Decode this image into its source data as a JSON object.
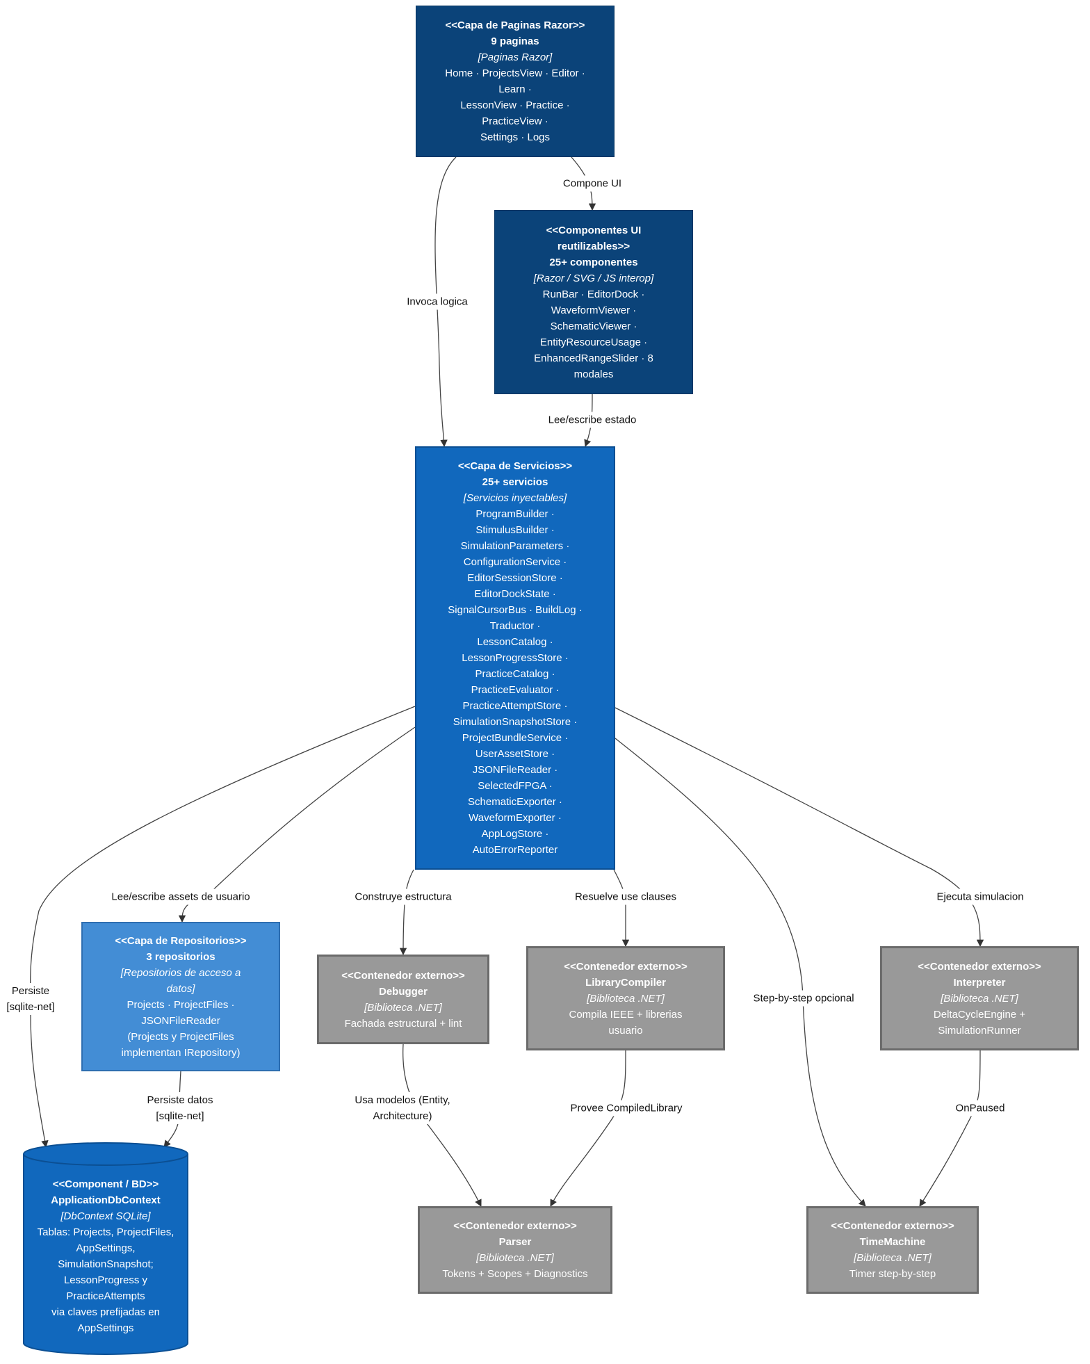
{
  "nodes": {
    "paginas": {
      "stereotype": "<<Capa de Paginas Razor>>",
      "title": "9 paginas",
      "tech": "[Paginas Razor]",
      "lines": [
        "Home · ProjectsView · Editor ·",
        "Learn ·",
        "LessonView · Practice ·",
        "PracticeView ·",
        "Settings · Logs"
      ]
    },
    "componentes": {
      "stereotype": "<<Componentes UI",
      "stereotype2": "reutilizables>>",
      "title": "25+ componentes",
      "tech": "[Razor / SVG / JS interop]",
      "lines": [
        "RunBar · EditorDock ·",
        "WaveformViewer ·",
        "SchematicViewer ·",
        "EntityResourceUsage ·",
        "EnhancedRangeSlider · 8",
        "modales"
      ]
    },
    "servicios": {
      "stereotype": "<<Capa de Servicios>>",
      "title": "25+ servicios",
      "tech": "[Servicios inyectables]",
      "lines": [
        "ProgramBuilder ·",
        "StimulusBuilder ·",
        "SimulationParameters ·",
        "ConfigurationService ·",
        "EditorSessionStore ·",
        "EditorDockState ·",
        "SignalCursorBus · BuildLog ·",
        "Traductor ·",
        "LessonCatalog ·",
        "LessonProgressStore ·",
        "PracticeCatalog ·",
        "PracticeEvaluator ·",
        "PracticeAttemptStore ·",
        "SimulationSnapshotStore ·",
        "ProjectBundleService ·",
        "UserAssetStore ·",
        "JSONFileReader ·",
        "SelectedFPGA ·",
        "SchematicExporter ·",
        "WaveformExporter ·",
        "AppLogStore ·",
        "AutoErrorReporter"
      ]
    },
    "repositorios": {
      "stereotype": "<<Capa de Repositorios>>",
      "title": "3 repositorios",
      "tech": "[Repositorios de acceso a",
      "tech2": "datos]",
      "lines": [
        "Projects · ProjectFiles ·",
        "JSONFileReader",
        "(Projects y ProjectFiles",
        "implementan IRepository)"
      ]
    },
    "debugger": {
      "stereotype": "<<Contenedor externo>>",
      "title": "Debugger",
      "tech": "[Biblioteca .NET]",
      "lines": [
        "Fachada estructural + lint"
      ]
    },
    "librarycompiler": {
      "stereotype": "<<Contenedor externo>>",
      "title": "LibraryCompiler",
      "tech": "[Biblioteca .NET]",
      "lines": [
        "Compila IEEE + librerias",
        "usuario"
      ]
    },
    "interpreter": {
      "stereotype": "<<Contenedor externo>>",
      "title": "Interpreter",
      "tech": "[Biblioteca .NET]",
      "lines": [
        "DeltaCycleEngine +",
        "SimulationRunner"
      ]
    },
    "parser": {
      "stereotype": "<<Contenedor externo>>",
      "title": "Parser",
      "tech": "[Biblioteca .NET]",
      "lines": [
        "Tokens + Scopes + Diagnostics"
      ]
    },
    "timemachine": {
      "stereotype": "<<Contenedor externo>>",
      "title": "TimeMachine",
      "tech": "[Biblioteca .NET]",
      "lines": [
        "Timer step-by-step"
      ]
    },
    "db": {
      "stereotype": "<<Component / BD>>",
      "title": "ApplicationDbContext",
      "tech": "[DbContext SQLite]",
      "lines": [
        "Tablas: Projects, ProjectFiles,",
        "AppSettings,",
        "SimulationSnapshot;",
        "LessonProgress y",
        "PracticeAttempts",
        "via claves prefijadas en",
        "AppSettings"
      ]
    }
  },
  "edges": {
    "compone_ui": "Compone UI",
    "invoca_logica": "Invoca logica",
    "lee_escribe_estado": "Lee/escribe estado",
    "lee_escribe_assets": "Lee/escribe assets de usuario",
    "construye": "Construye estructura",
    "resuelve": "Resuelve use clauses",
    "ejecuta": "Ejecuta simulacion",
    "persiste": "Persiste\n[sqlite-net]",
    "step_by_step": "Step-by-step opcional",
    "persiste_datos": "Persiste datos\n[sqlite-net]",
    "usa_modelos": "Usa modelos (Entity,\nArchitecture)",
    "provee": "Provee CompiledLibrary",
    "onpaused": "OnPaused"
  },
  "colors": {
    "dark_blue": "#0b4379",
    "mid_blue": "#1168bd",
    "light_blue": "#438dd5",
    "external_gray": "#999999",
    "edge": "#444444"
  }
}
